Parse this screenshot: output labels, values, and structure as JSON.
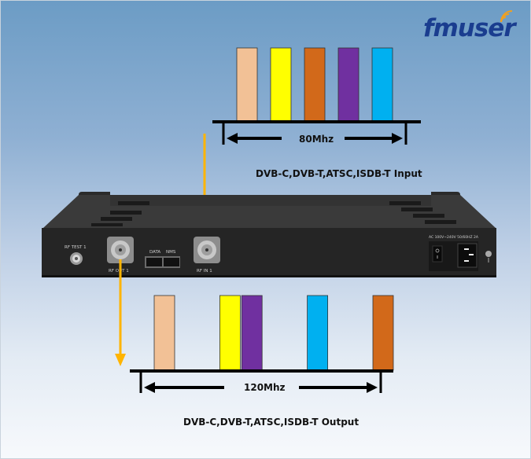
{
  "brand": {
    "logo_text": "fmuser",
    "logo_color": "#1a3d8f",
    "wave_color": "#f0a020"
  },
  "arrow_color": "#ffb400",
  "input_spectrum": {
    "bandwidth_label": "80Mhz",
    "caption": "DVB-C,DVB-T,ATSC,ISDB-T Input",
    "channels": [
      {
        "name": "channel-1",
        "color": "#f2c196",
        "slot": 0
      },
      {
        "name": "channel-2",
        "color": "#ffff00",
        "slot": 1
      },
      {
        "name": "channel-3",
        "color": "#d2691a",
        "slot": 2
      },
      {
        "name": "channel-4",
        "color": "#7030a0",
        "slot": 3
      },
      {
        "name": "channel-5",
        "color": "#00b0f0",
        "slot": 4
      }
    ]
  },
  "output_spectrum": {
    "bandwidth_label": "120Mhz",
    "caption": "DVB-C,DVB-T,ATSC,ISDB-T Output",
    "channels": [
      {
        "name": "channel-1",
        "color": "#f2c196",
        "slot": 0
      },
      {
        "name": "channel-2",
        "color": "#ffff00",
        "slot": 3
      },
      {
        "name": "channel-4",
        "color": "#7030a0",
        "slot": 4
      },
      {
        "name": "channel-5",
        "color": "#00b0f0",
        "slot": 7
      },
      {
        "name": "channel-3",
        "color": "#d2691a",
        "slot": 10
      }
    ]
  },
  "device": {
    "ports": {
      "rf_test": "RF TEST 1",
      "rf_out": "RF OUT 1",
      "data": "DATA",
      "nms": "NMS",
      "rf_in": "RF IN 1"
    },
    "power_label": "AC  100V~240V  50/60HZ  2A"
  }
}
